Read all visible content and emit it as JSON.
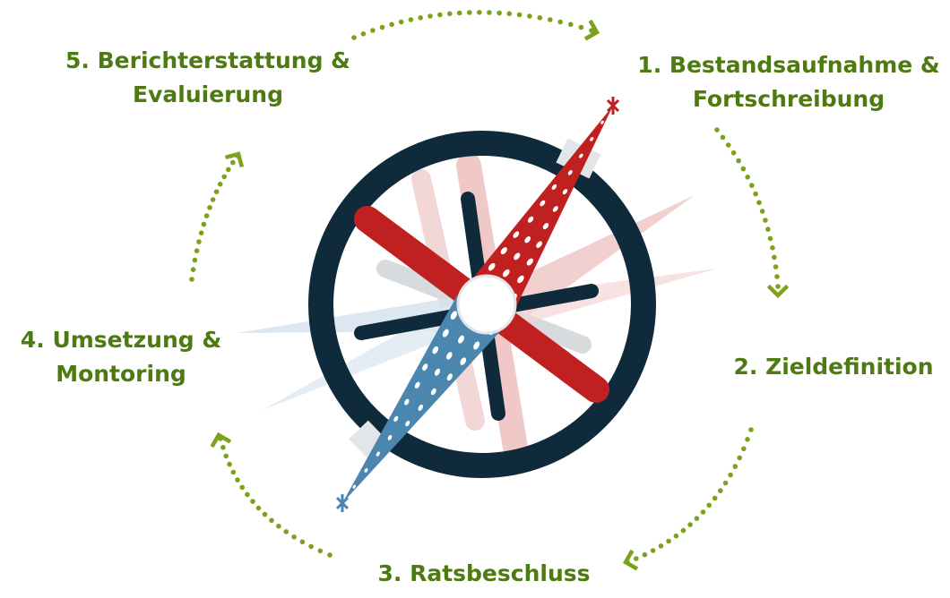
{
  "colors": {
    "label": "#4e7a12",
    "arrow": "#7aa21c",
    "ring": "#0f2a3b",
    "needle_north": "#c0201f",
    "needle_south": "#4a86ae",
    "needle_ghost_red": "#f0c8c8",
    "needle_ghost_blue": "#d6e3ee"
  },
  "steps": [
    {
      "line1": "1. Bestandsaufnahme &",
      "line2": "Fortschreibung"
    },
    {
      "line1": "2. Zieldefinition"
    },
    {
      "line1": "3. Ratsbeschluss"
    },
    {
      "line1": "4. Umsetzung &",
      "line2": "Montoring"
    },
    {
      "line1": "5. Berichterstattung &",
      "line2": "Evaluierung"
    }
  ],
  "icons": {
    "center": "compass-icon",
    "cycle": "dotted-arrow-icon"
  }
}
